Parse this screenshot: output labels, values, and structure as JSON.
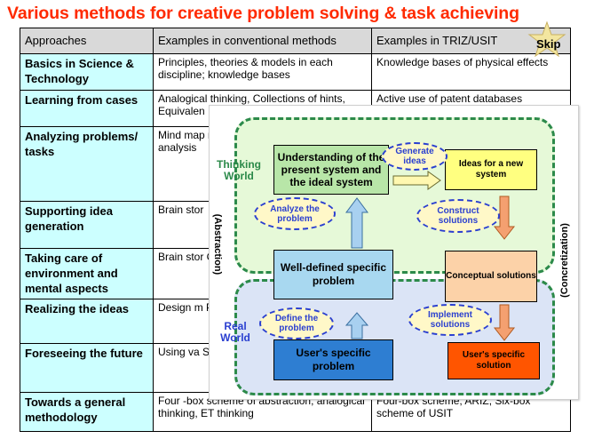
{
  "title": "Various methods for creative problem solving & task achieving",
  "skip_label": "Skip",
  "table": {
    "headers": [
      "Approaches",
      "Examples in conventional methods",
      "Examples in TRIZ/USIT"
    ],
    "rows": [
      {
        "approach": "Basics in Science & Technology",
        "conventional": "Principles, theories & models in each discipline; knowledge bases",
        "triz": "Knowledge bases of physical effects"
      },
      {
        "approach": "Learning from cases",
        "conventional": "Analogical thinking, Collections of hints, Equivalen",
        "triz": "Active use of patent databases"
      },
      {
        "approach": "Analyzing problems/ tasks",
        "conventional": "Mind map method), (QFD), Q Value eng analysis",
        "triz": ""
      },
      {
        "approach": "Supporting idea generation",
        "conventional": "Brain stor",
        "triz": ""
      },
      {
        "approach": "Taking care of environment and mental aspects",
        "conventional": "Brain stor Cynectics alternative",
        "triz": ""
      },
      {
        "approach": "Realizing the ideas",
        "conventional": "Design m Pugh's m method",
        "triz": ""
      },
      {
        "approach": "Foreseeing the future",
        "conventional": "Using va Scenario",
        "triz": ""
      },
      {
        "approach": "Towards a general methodology",
        "conventional": "Four -box scheme of abstraction, analogical thinking, ET thinking",
        "triz": "Four-box scheme, ARIZ, Six-box scheme of USIT"
      }
    ]
  },
  "diagram": {
    "thinking_world": "Thinking World",
    "real_world": "Real World",
    "abstraction": "(Abstraction)",
    "concretization": "(Concretization)",
    "box_understanding": "Understanding of the present system and the ideal system",
    "box_ideas": "Ideas for a new system",
    "box_well_defined": "Well-defined specific problem",
    "box_conceptual": "Conceptual solutions",
    "box_users_problem": "User's specific problem",
    "box_users_solution": "User's specific solution",
    "oval_generate": "Generate ideas",
    "oval_analyze": "Analyze the problem",
    "oval_construct": "Construct solutions",
    "oval_define": "Define the problem",
    "oval_implement": "Implement solutions"
  },
  "colors": {
    "title": "#ff2a00",
    "approach_bg": "#ccffff",
    "header_bg": "#d9d9d9",
    "thinking_label": "#2c8a4a",
    "real_label": "#2a3fd0"
  }
}
